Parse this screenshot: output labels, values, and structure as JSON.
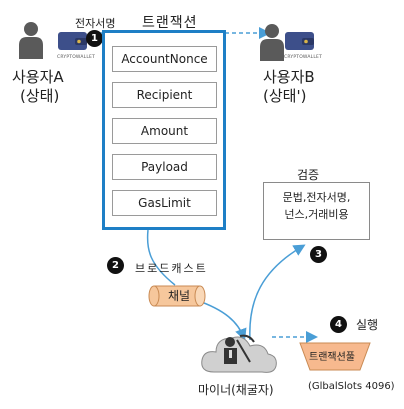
{
  "diagram": {
    "top_label_signature": "전자서명",
    "top_label_transaction": "트랜잭션",
    "user_a": {
      "name": "사용자A",
      "state": "(상태)",
      "wallet_caption": "CRYPTOWALLET"
    },
    "user_b": {
      "name": "사용자B",
      "state": "(상태')",
      "wallet_caption": "CRYPTOWALLET"
    },
    "tx_fields": [
      "AccountNonce",
      "Recipient",
      "Amount",
      "Payload",
      "GasLimit"
    ],
    "steps": {
      "one": "1",
      "two": "2",
      "three": "3",
      "four": "4"
    },
    "broadcast_label": "브로드캐스트",
    "channel_label": "채널",
    "verify": {
      "title": "검증",
      "line1": "문법,전자서명,",
      "line2": "넌스,거래비용"
    },
    "execute_label": "실행",
    "miner_label": "마이너(채굴자)",
    "pool_label": "트랜잭션풀",
    "pool_caption": "(GlbalSlots 4096)",
    "colors": {
      "tx_border": "#1e7fc6",
      "arrow_blue": "#4a9ed6",
      "channel_fill": "#f6c79c",
      "channel_stroke": "#c98a53",
      "pool_fill": "#f7b98e",
      "user_gray": "#5a5a5a",
      "wallet_blue": "#3d4f8a",
      "cloud_fill": "#d0d0d0"
    },
    "icons": [
      "user-icon",
      "wallet-icon",
      "cloud-icon",
      "miner-icon"
    ]
  }
}
